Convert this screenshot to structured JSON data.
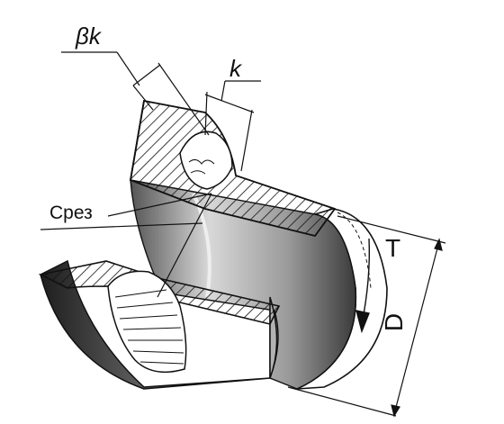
{
  "labels": {
    "beta_k": "βk",
    "k": "k",
    "cut": "Срез",
    "torque": "T",
    "diameter": "D"
  },
  "colors": {
    "line": "#111111",
    "section_fill": "#ffffff",
    "shade_dark": "#2a2a2a",
    "shade_mid": "#8a8a8a",
    "shade_light": "#c9c9c9"
  }
}
